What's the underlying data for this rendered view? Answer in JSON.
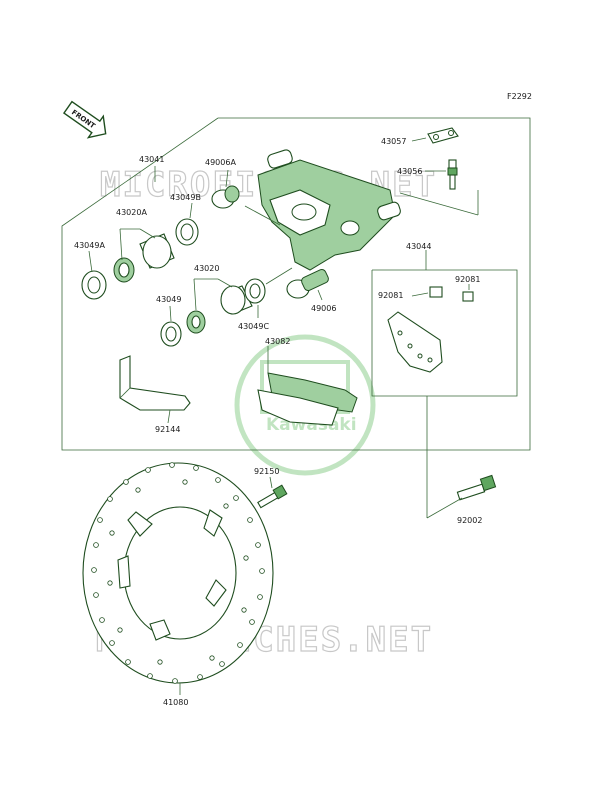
{
  "figure_code": "F2292",
  "front_arrow_label": "FRONT",
  "watermark_text": "MICROFICHES.NET",
  "logo_text": "Kawasaki",
  "parts": {
    "p43041": "43041",
    "p43057": "43057",
    "p43056": "43056",
    "p49006A": "49006A",
    "p43049B": "43049B",
    "p43020A": "43020A",
    "p43049A": "43049A",
    "p43020": "43020",
    "p43049": "43049",
    "p43049C": "43049C",
    "p49006": "49006",
    "p43044": "43044",
    "p92081a": "92081",
    "p92081b": "92081",
    "p43082": "43082",
    "p92144": "92144",
    "p92150": "92150",
    "p92002": "92002",
    "p41080": "41080"
  },
  "colors": {
    "line": "#3a6a3a",
    "part_fill": "#9fcf9f",
    "part_dark": "#5fa65f",
    "watermark": "#c8c8c8",
    "logo_green": "#8fcf8f"
  }
}
